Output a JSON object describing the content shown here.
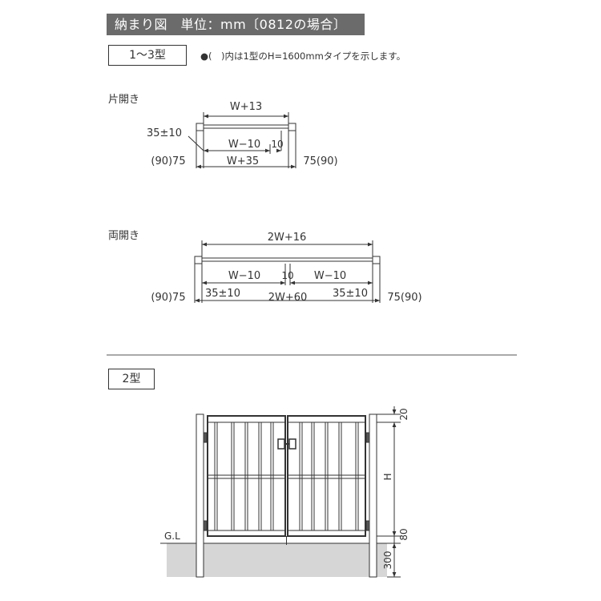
{
  "header": {
    "title": "納まり図　単位：mm〔0812の場合〕"
  },
  "types": {
    "type13": "1〜3型",
    "type2": "2型"
  },
  "note": "●(　)内は1型のH=1600mmタイプを示します。",
  "single": {
    "label": "片開き",
    "top_dim": "W+13",
    "left_dim": "35±10",
    "inner_dim": "W−10",
    "gap_dim": "10",
    "bottom_dim": "W+35",
    "left_side": "(90)75",
    "right_side": "75(90)"
  },
  "double": {
    "label": "両開き",
    "top_dim": "2W+16",
    "left_inner": "W−10",
    "gap_dim": "10",
    "right_inner": "W−10",
    "left_tol": "35±10",
    "bottom_dim": "2W+60",
    "right_tol": "35±10",
    "left_side": "(90)75",
    "right_side": "75(90)"
  },
  "elevation": {
    "gl_label": "G.L",
    "top_dim": "20",
    "height_dim": "H",
    "bottom_gap": "80",
    "embed_depth": "300"
  }
}
